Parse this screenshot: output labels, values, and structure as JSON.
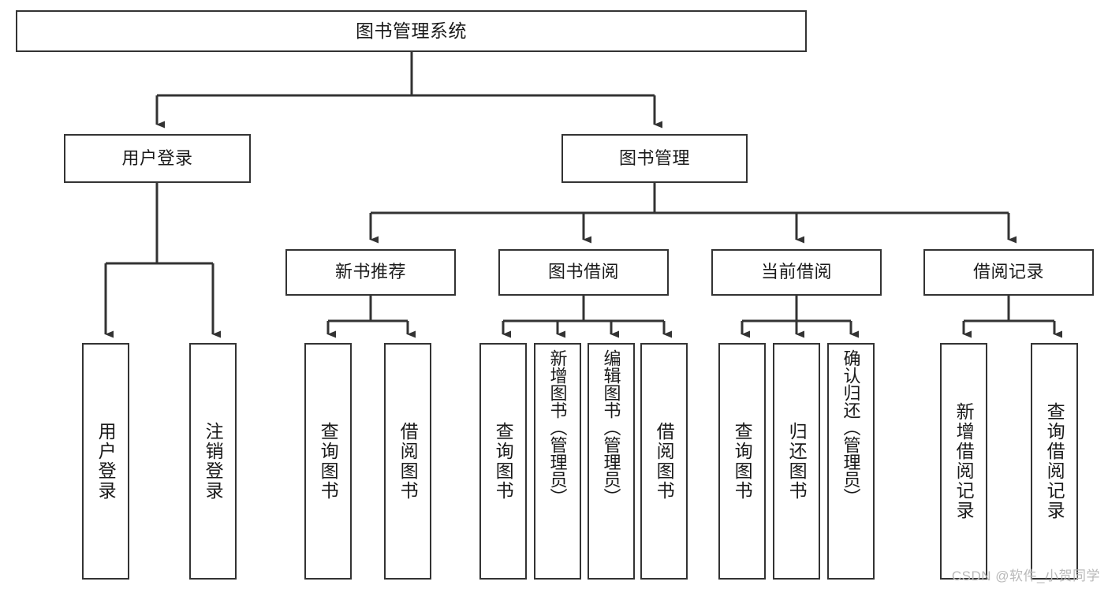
{
  "diagram": {
    "title": "图书管理系统",
    "type": "tree-hierarchy",
    "orientation": "top-down",
    "style": {
      "box_border_color": "#333333",
      "box_fill_color": "#ffffff",
      "edge_color": "#333333",
      "text_color": "#1a1a1a",
      "background": "#ffffff"
    },
    "nodes": {
      "root": {
        "label": "图书管理系统"
      },
      "level2": [
        {
          "id": "user-login",
          "label": "用户登录"
        },
        {
          "id": "book-manage",
          "label": "图书管理"
        }
      ],
      "level3": [
        {
          "id": "new-book-recommend",
          "label": "新书推荐"
        },
        {
          "id": "book-borrow",
          "label": "图书借阅"
        },
        {
          "id": "current-borrow",
          "label": "当前借阅"
        },
        {
          "id": "borrow-record",
          "label": "借阅记录"
        }
      ],
      "leaves": {
        "user-login": [
          {
            "id": "leaf-user-login",
            "label": "用户登录"
          },
          {
            "id": "leaf-user-logout",
            "label": "注销登录"
          }
        ],
        "new-book-recommend": [
          {
            "id": "leaf-query-book-1",
            "label": "查询图书"
          },
          {
            "id": "leaf-borrow-book-1",
            "label": "借阅图书"
          }
        ],
        "book-borrow": [
          {
            "id": "leaf-query-book-2",
            "label": "查询图书"
          },
          {
            "id": "leaf-add-book",
            "label": "新增图书（管理员）"
          },
          {
            "id": "leaf-edit-book",
            "label": "编辑图书（管理员）"
          },
          {
            "id": "leaf-borrow-book-2",
            "label": "借阅图书"
          }
        ],
        "current-borrow": [
          {
            "id": "leaf-query-book-3",
            "label": "查询图书"
          },
          {
            "id": "leaf-return-book",
            "label": "归还图书"
          },
          {
            "id": "leaf-confirm-return",
            "label": "确认归还（管理员）"
          }
        ],
        "borrow-record": [
          {
            "id": "leaf-add-record",
            "label": "新增借阅记录"
          },
          {
            "id": "leaf-query-record",
            "label": "查询借阅记录"
          }
        ]
      }
    }
  },
  "watermark": {
    "text": "CSDN @软件_小贺同学"
  }
}
